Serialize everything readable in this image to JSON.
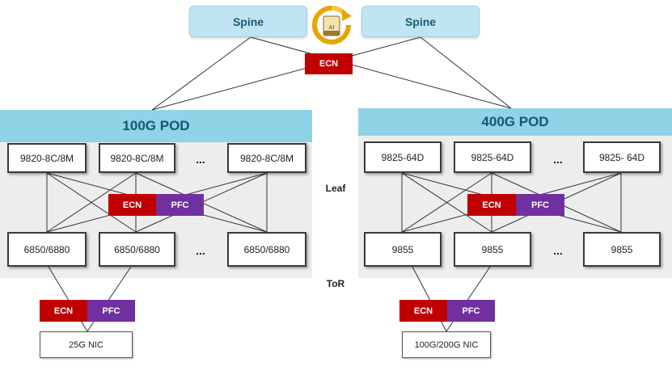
{
  "spines": [
    {
      "label": "Spine"
    },
    {
      "label": "Spine"
    }
  ],
  "center_icon": "ai-refresh-document-icon",
  "center_icon_text": "AI",
  "spine_badge": {
    "ecn": "ECN"
  },
  "layers": {
    "leaf": "Leaf",
    "tor": "ToR"
  },
  "pods": [
    {
      "title": "100G POD",
      "leaf_nodes": [
        "9820-8C/8M",
        "9820-8C/8M",
        "9820-8C/8M"
      ],
      "tor_nodes": [
        "6850/6880",
        "6850/6880",
        "6850/6880"
      ],
      "ellipsis": "...",
      "badge": {
        "ecn": "ECN",
        "pfc": "PFC"
      },
      "nic_badge": {
        "ecn": "ECN",
        "pfc": "PFC"
      },
      "nic": "25G NIC"
    },
    {
      "title": "400G POD",
      "leaf_nodes": [
        "9825-64D",
        "9825-64D",
        "9825- 64D"
      ],
      "tor_nodes": [
        "9855",
        "9855",
        "9855"
      ],
      "ellipsis": "...",
      "badge": {
        "ecn": "ECN",
        "pfc": "PFC"
      },
      "nic_badge": {
        "ecn": "ECN",
        "pfc": "PFC"
      },
      "nic": "100G/200G NIC"
    }
  ],
  "colors": {
    "spine_fill": "#bfe5f2",
    "pod_header": "#8fd3e6",
    "pod_background": "#ededed",
    "ecn": "#c00000",
    "pfc": "#7030a0",
    "icon_gold": "#e8a400"
  }
}
